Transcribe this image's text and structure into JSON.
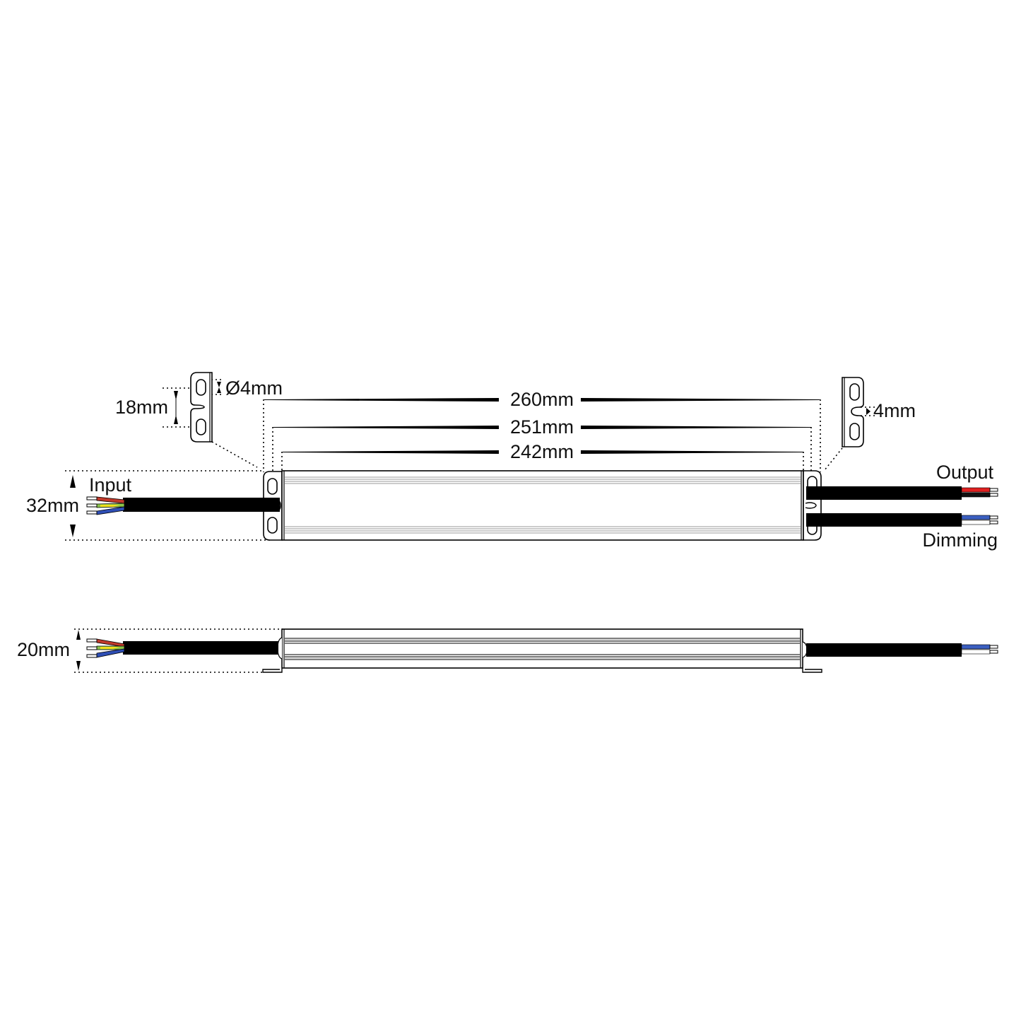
{
  "diagram": {
    "subject": "LED driver dimension drawing",
    "views": [
      "top-view",
      "side-view"
    ],
    "dimensions": {
      "overall_length": "260mm",
      "mounting_length": "251mm",
      "body_length": "242mm",
      "width": "32mm",
      "height": "20mm",
      "bracket_hole_spacing": "18mm",
      "bracket_hole_diameter": "Ø4mm",
      "bracket_slot_width": "4mm"
    },
    "labels": {
      "input": "Input",
      "output": "Output",
      "dimming": "Dimming"
    },
    "wire_colors": {
      "input": [
        "#c0392b",
        "#8bc34a",
        "#2e4eb5"
      ],
      "input_stripe": "#f2e01c",
      "output": [
        "#e02020",
        "#111111"
      ],
      "dimming": [
        "#3b5fc0",
        "#ffffff"
      ],
      "cable": "#000000"
    }
  }
}
